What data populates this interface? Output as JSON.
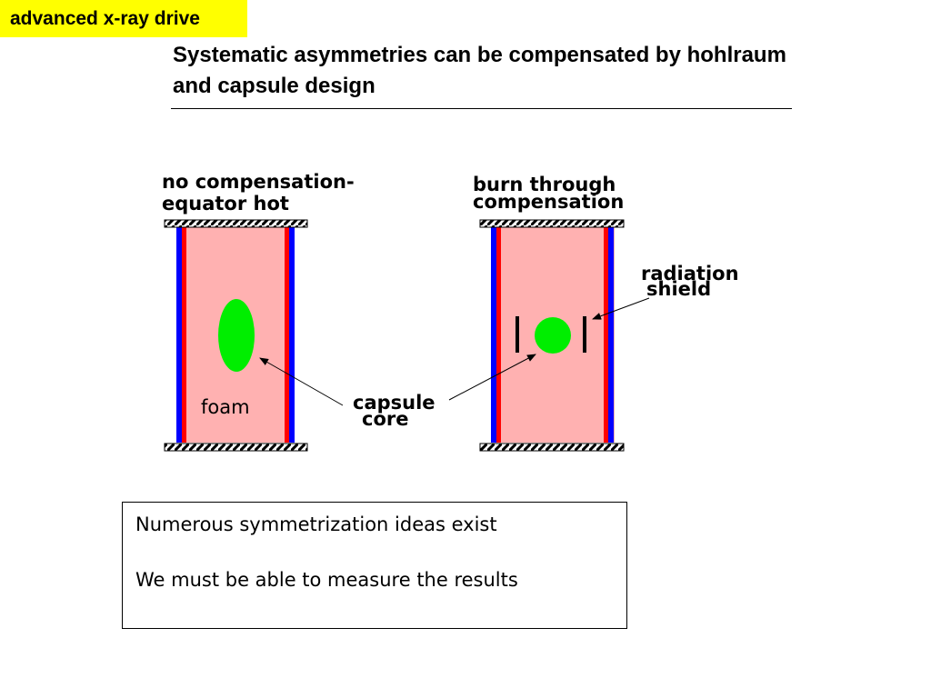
{
  "slide": {
    "tag": "advanced x-ray drive",
    "title": "Systematic asymmetries can be compensated by hohlraum and capsule design"
  },
  "diagram": {
    "left_label_line1": "no compensation-",
    "left_label_line2": "equator hot",
    "right_label_line1": "burn through",
    "right_label_line2": "compensation",
    "foam_label": "foam",
    "capsule_label_line1": "capsule",
    "capsule_label_line2": "core",
    "shield_label_line1": "radiation",
    "shield_label_line2": "shield",
    "colors": {
      "foam_fill": "#ffb1b1",
      "wall_red": "#ff0000",
      "wall_blue": "#0000ff",
      "core_green": "#00ee00",
      "tag_yellow": "#ffff00"
    }
  },
  "notes": {
    "line1": "Numerous symmetrization ideas exist",
    "line2": "We must be able to measure the results"
  }
}
